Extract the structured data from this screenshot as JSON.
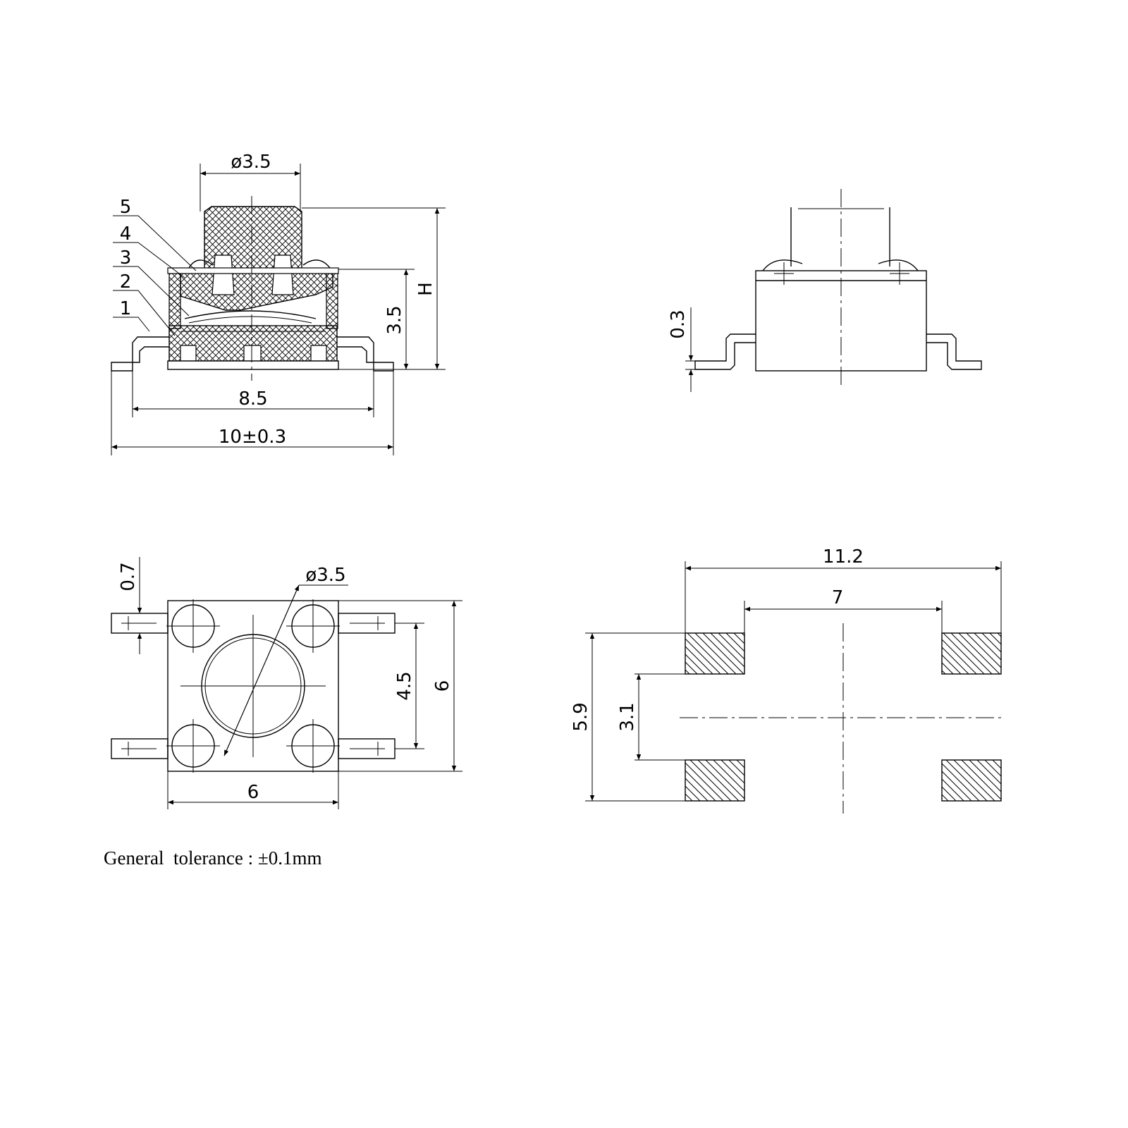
{
  "front_view": {
    "dim_plunger_dia": "ø3.5",
    "dim_height_symbol": "H",
    "dim_body_height": "3.5",
    "dim_lead_span": "8.5",
    "dim_overall_width": "10±0.3",
    "part_labels": [
      "5",
      "4",
      "3",
      "2",
      "1"
    ]
  },
  "side_view": {
    "dim_lead_thickness": "0.3"
  },
  "top_view": {
    "dim_lead_width": "0.7",
    "dim_plunger_dia": "ø3.5",
    "dim_pin_pitch": "4.5",
    "dim_body_height": "6",
    "dim_body_width": "6"
  },
  "footprint": {
    "dim_outer_span": "11.2",
    "dim_inner_span": "7",
    "dim_outer_height": "5.9",
    "dim_inner_gap": "3.1"
  },
  "note": "General  tolerance : ±0.1mm"
}
